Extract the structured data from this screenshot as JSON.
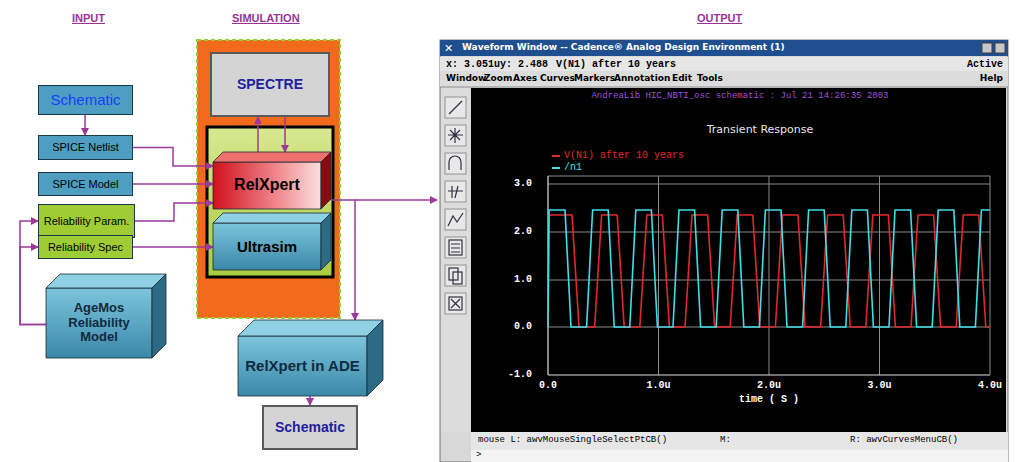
{
  "diagram": {
    "nodes": [
      {
        "text": [
          "Schematic"
        ]
      },
      {
        "text": [
          "SPICE Netlist"
        ]
      },
      {
        "text": [
          "SPICE Model"
        ]
      },
      {
        "text": [
          "Reliability Param."
        ]
      },
      {
        "text": [
          "Reliability Spec"
        ]
      },
      {
        "text": [
          "AgeMos Reliability Model"
        ]
      },
      {
        "text": [
          "SPECTRE"
        ]
      },
      {
        "text": [
          "RelXpert"
        ]
      },
      {
        "text": [
          "Ultrasim"
        ]
      },
      {
        "text": [
          "RelXpert in ADE"
        ]
      },
      {
        "text": [
          "Schematic"
        ]
      }
    ],
    "edges": [
      {
        "from": 0,
        "to": 1,
        "arrow": "to"
      },
      {
        "from": 1,
        "to": 7,
        "arrow": "to"
      },
      {
        "from": 2,
        "to": 7,
        "arrow": "to"
      },
      {
        "from": 3,
        "to": 7,
        "arrow": "to"
      },
      {
        "from": 4,
        "to": 8,
        "arrow": "to"
      },
      {
        "from": 5,
        "to": 3,
        "arrow": "to"
      },
      {
        "from": 5,
        "to": 4,
        "arrow": "to"
      },
      {
        "from": 7,
        "to": 6,
        "arrow": "to"
      },
      {
        "from": 6,
        "to": 7,
        "arrow": "to"
      },
      {
        "from": 7,
        "to": 9,
        "arrow": "to"
      },
      {
        "from": 9,
        "to": 10,
        "arrow": "to"
      }
    ],
    "labels": [
      "INPUT",
      "SIMULATION",
      "OUTPUT",
      "Waveform Window -- Cadence® Analog Design Environment (1)",
      "x: 3.051u",
      "y: 2.488",
      "V(N1) after 10 years",
      "Active",
      "Window",
      "Zoom",
      "Axes",
      "Curves",
      "Markers",
      "Annotation",
      "Edit",
      "Tools",
      "Help",
      "AndreaLib HIC_NBTI_osc schematic : Jul 21 14:26:35 2003",
      "Transient Response",
      "3.0",
      "2.0",
      "1.0",
      "0.0",
      "-1.0",
      "0.0",
      "1.0u",
      "2.0u",
      "3.0u",
      "4.0u",
      "time ( S )",
      "mouse L: awvMouseSingleSelectPtCB()",
      "M:",
      "R: awvCurvesMenuCB()",
      ">"
    ],
    "legend": [
      {
        "text": "V(N1) after 10 years",
        "color": "#e0282c"
      },
      {
        "text": "/n1",
        "color": "#3ee0e8"
      }
    ]
  }
}
